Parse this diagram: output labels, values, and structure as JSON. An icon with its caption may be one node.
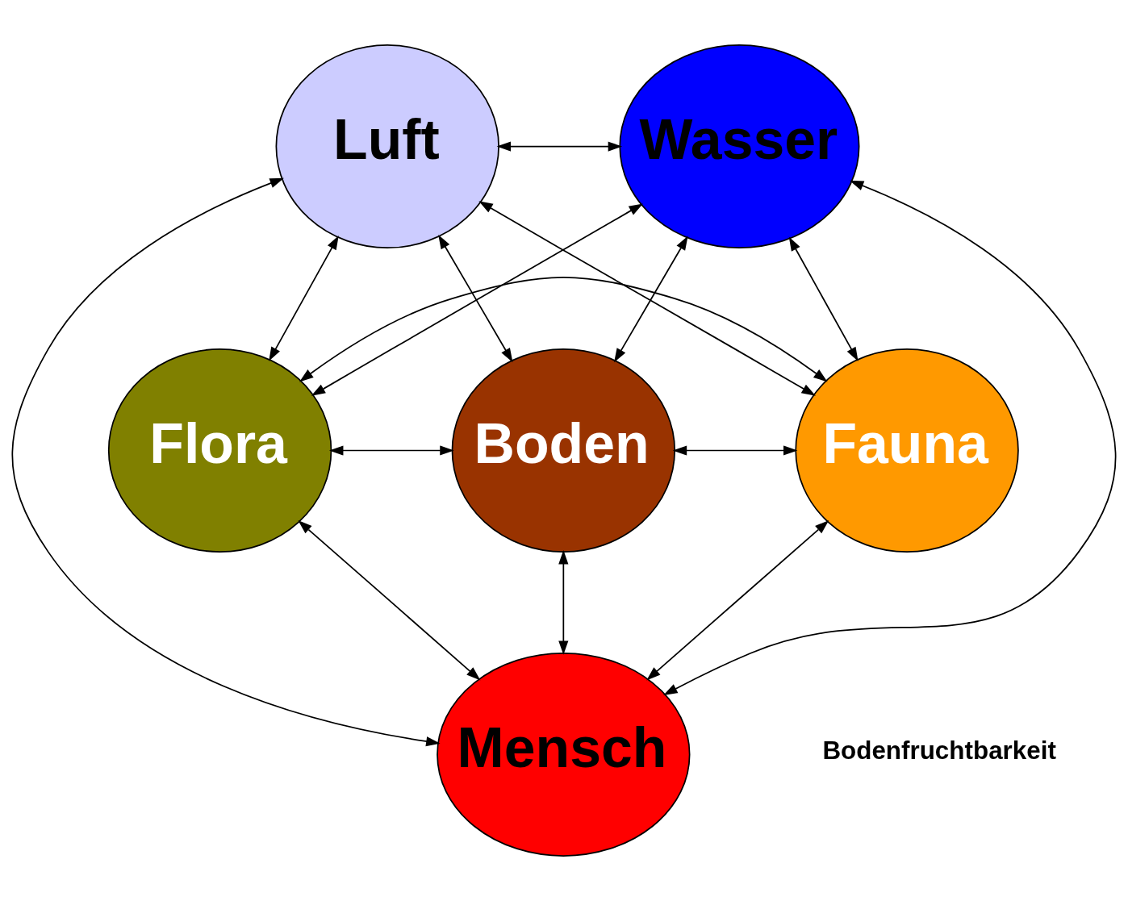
{
  "diagram": {
    "nodes": [
      {
        "text": [
          "Luft"
        ]
      },
      {
        "text": [
          "Wasser"
        ]
      },
      {
        "text": [
          "Flora"
        ]
      },
      {
        "text": [
          "Boden"
        ]
      },
      {
        "text": [
          "Fauna"
        ]
      },
      {
        "text": [
          "Mensch"
        ]
      }
    ],
    "edges": [
      {
        "from": 0,
        "to": 1,
        "arrow": "both"
      },
      {
        "from": 0,
        "to": 4,
        "arrow": "both"
      },
      {
        "from": 1,
        "to": 2,
        "arrow": "both"
      },
      {
        "from": 0,
        "to": 2,
        "arrow": "both"
      },
      {
        "from": 0,
        "to": 3,
        "arrow": "both"
      },
      {
        "from": 0,
        "to": 5,
        "arrow": "both"
      },
      {
        "from": 1,
        "to": 3,
        "arrow": "both"
      },
      {
        "from": 1,
        "to": 5,
        "arrow": "both"
      },
      {
        "from": 1,
        "to": 4,
        "arrow": "both"
      },
      {
        "from": 2,
        "to": 3,
        "arrow": "both"
      },
      {
        "from": 3,
        "to": 4,
        "arrow": "both"
      },
      {
        "from": 2,
        "to": 4,
        "arrow": "both"
      },
      {
        "from": 3,
        "to": 5,
        "arrow": "both"
      },
      {
        "from": 2,
        "to": 5,
        "arrow": "both"
      },
      {
        "from": 4,
        "to": 5,
        "arrow": "both"
      }
    ],
    "labels": [
      "Bodenfruchtbarkeit"
    ]
  }
}
